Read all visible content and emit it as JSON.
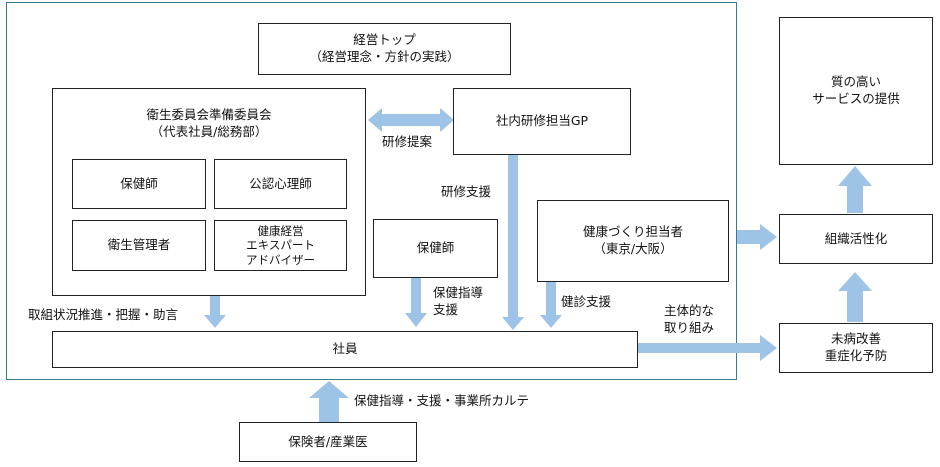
{
  "colors": {
    "frame": "#2f7d8f",
    "arrow": "#9dc3e6",
    "border": "#222222"
  },
  "boxes": {
    "top_management": "経営トップ\n（経営理念・方針の実践）",
    "committee": "衛生委員会準備委員会\n（代表社員/総務部）",
    "committee_public_health_nurse": "保健師",
    "committee_psychologist": "公認心理師",
    "committee_health_manager": "衛生管理者",
    "committee_health_advisor": "健康経営\nエキスパート\nアドバイザー",
    "training_gp": "社内研修担当GP",
    "public_health_nurse": "保健師",
    "health_promotion": "健康づくり担当者\n（東京/大阪）",
    "employees": "社員",
    "insurer": "保険者/産業医",
    "quality_service": "質の高い\nサービスの提供",
    "org_activation": "組織活性化",
    "prevention": "未病改善\n重症化予防"
  },
  "labels": {
    "training_proposal": "研修提案",
    "training_support": "研修支援",
    "initiative_support": "取組状況推進・把握・助言",
    "health_guidance_support": "保健指導\n支援",
    "checkup_support": "健診支援",
    "proactive": "主体的な\n取り組み",
    "insurer_support": "保健指導・支援・事業所カルテ"
  }
}
